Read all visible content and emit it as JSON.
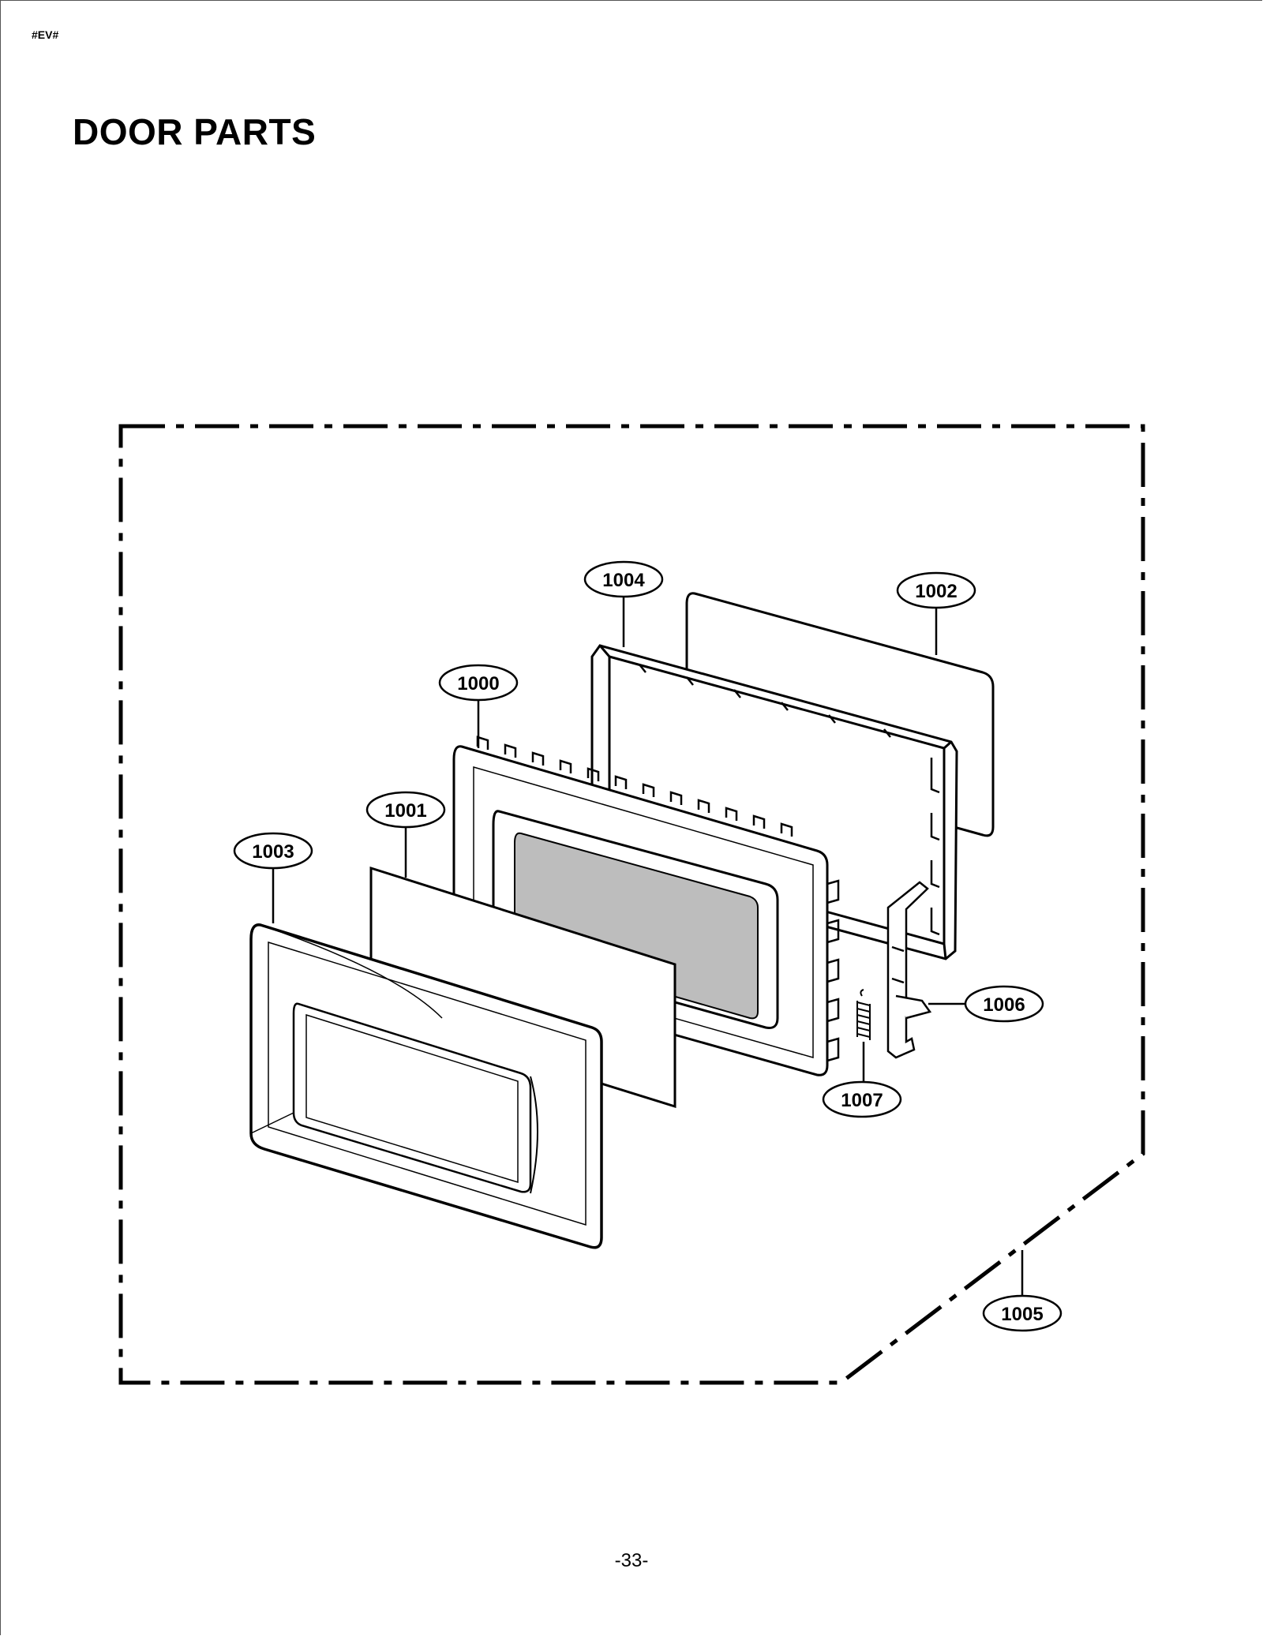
{
  "header": {
    "code": "#EV#"
  },
  "title": "DOOR PARTS",
  "footer": {
    "page_number": "-33-"
  },
  "callouts": [
    {
      "id": "door-frame",
      "label": "1000"
    },
    {
      "id": "door-sheet",
      "label": "1001"
    },
    {
      "id": "rear-panel",
      "label": "1002"
    },
    {
      "id": "front-cover",
      "label": "1003"
    },
    {
      "id": "choke-cover",
      "label": "1004"
    },
    {
      "id": "door-assembly",
      "label": "1005"
    },
    {
      "id": "latch",
      "label": "1006"
    },
    {
      "id": "spring",
      "label": "1007"
    }
  ]
}
